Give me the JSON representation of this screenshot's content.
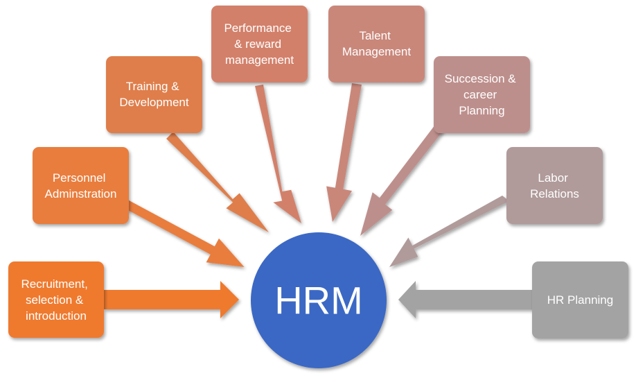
{
  "hub": {
    "label": "HRM",
    "color": "#3a68c4"
  },
  "nodes": [
    {
      "id": "recruitment",
      "lines": [
        "Recruitment,",
        "selection &",
        "introduction"
      ],
      "color": "#ef7a2e"
    },
    {
      "id": "personnel",
      "lines": [
        "Personnel",
        "Adminstration"
      ],
      "color": "#e97d3e"
    },
    {
      "id": "training",
      "lines": [
        "Training &",
        "Development"
      ],
      "color": "#df7e4c"
    },
    {
      "id": "performance",
      "lines": [
        "Performance",
        "& reward",
        "management"
      ],
      "color": "#d3806a"
    },
    {
      "id": "talent",
      "lines": [
        "Talent",
        "Management"
      ],
      "color": "#c9877a"
    },
    {
      "id": "succession",
      "lines": [
        "Succession &",
        "career",
        "Planning"
      ],
      "color": "#bd8f8c"
    },
    {
      "id": "labor",
      "lines": [
        "Labor",
        "Relations"
      ],
      "color": "#b09a9a"
    },
    {
      "id": "hrplanning",
      "lines": [
        "HR Planning"
      ],
      "color": "#a3a3a3"
    }
  ]
}
